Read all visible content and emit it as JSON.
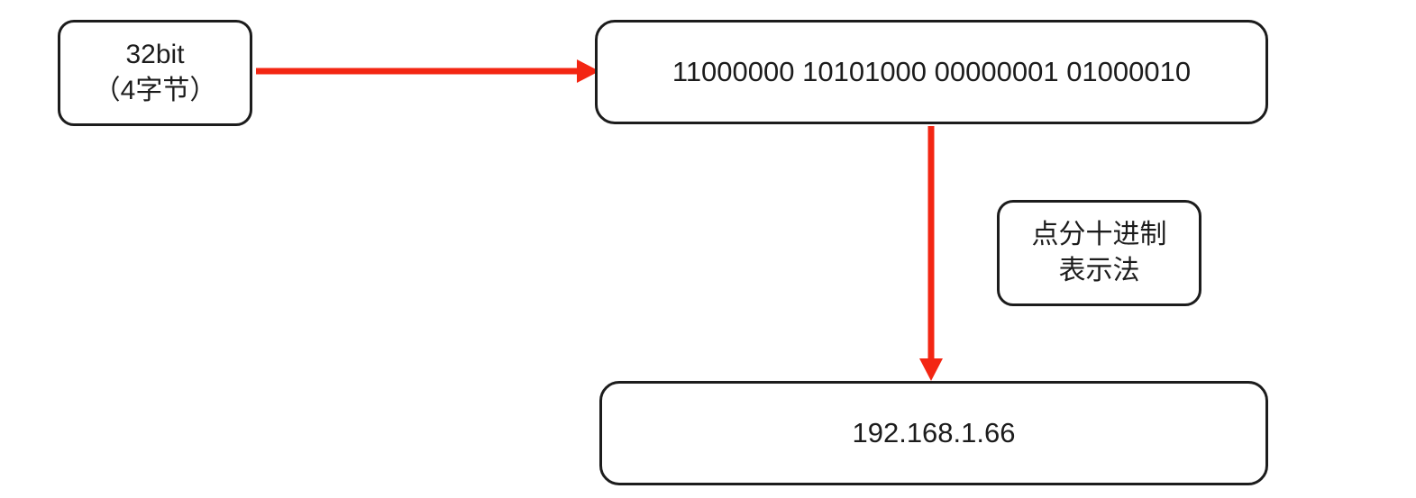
{
  "colors": {
    "arrow": "#f32613",
    "border": "#1c1c1c",
    "text": "#1c1c1c",
    "background": "#ffffff"
  },
  "nodes": {
    "bits": {
      "line1": "32bit",
      "line2": "（4字节）"
    },
    "binary": {
      "label": "11000000 10101000 00000001 01000010"
    },
    "notation": {
      "line1": "点分十进制",
      "line2": "表示法"
    },
    "decimal": {
      "label": "192.168.1.66"
    }
  }
}
